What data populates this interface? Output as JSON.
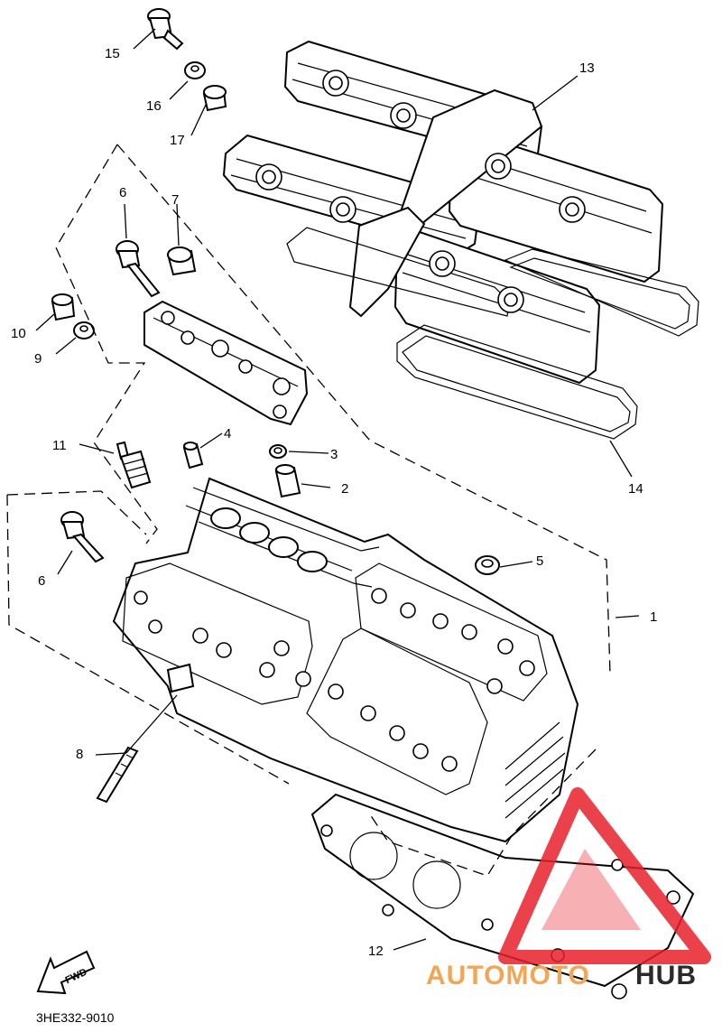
{
  "diagram_code": "3HE332-9010",
  "fwd_label": "FWD",
  "callouts": [
    {
      "id": "1",
      "label": "1"
    },
    {
      "id": "2",
      "label": "2"
    },
    {
      "id": "3",
      "label": "3"
    },
    {
      "id": "4",
      "label": "4"
    },
    {
      "id": "5",
      "label": "5"
    },
    {
      "id": "6a",
      "label": "6"
    },
    {
      "id": "6b",
      "label": "6"
    },
    {
      "id": "7",
      "label": "7"
    },
    {
      "id": "8",
      "label": "8"
    },
    {
      "id": "9",
      "label": "9"
    },
    {
      "id": "10",
      "label": "10"
    },
    {
      "id": "11",
      "label": "11"
    },
    {
      "id": "12",
      "label": "12"
    },
    {
      "id": "13",
      "label": "13"
    },
    {
      "id": "14",
      "label": "14"
    },
    {
      "id": "15",
      "label": "15"
    },
    {
      "id": "16",
      "label": "16"
    },
    {
      "id": "17",
      "label": "17"
    }
  ],
  "watermark": {
    "text_part1": "AUTOMOTO",
    "text_part2": "HUB",
    "color_primary": "#e8202a",
    "color_secondary": "#f2a654",
    "color_dark": "#2a2a2a"
  },
  "colors": {
    "line": "#000000",
    "background": "#ffffff"
  }
}
